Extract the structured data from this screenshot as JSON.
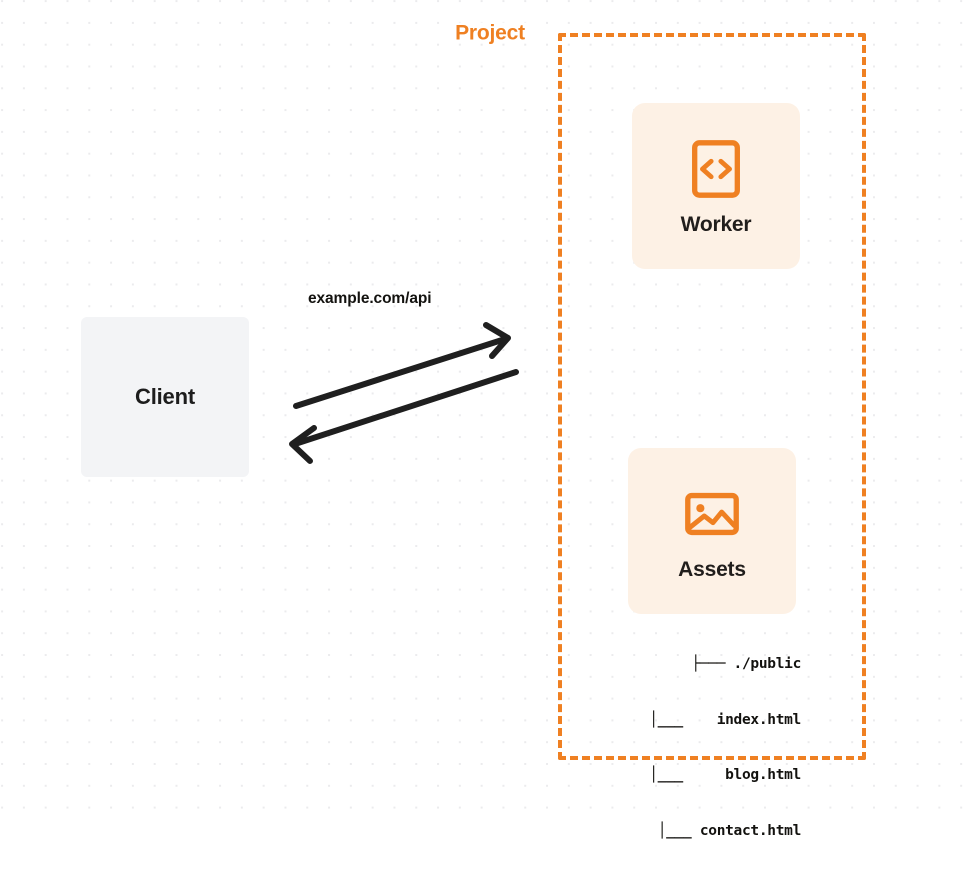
{
  "diagram": {
    "title": "Cloudflare Worker with static Assets architecture",
    "background": {
      "pattern": "dot-grid",
      "dot_color": "#ebebed",
      "page_color": "#ffffff"
    },
    "client": {
      "label": "Client",
      "fill": "#f3f4f6",
      "text_color": "#1d1d1d"
    },
    "connection": {
      "label": "example.com/api",
      "stroke": "#1f1f1f",
      "direction": "bidirectional",
      "request_arrow": "client-to-project",
      "response_arrow": "project-to-client"
    },
    "project": {
      "label": "Project",
      "border_color": "#ef8022",
      "border_style": "dashed",
      "nodes": [
        {
          "id": "worker",
          "label": "Worker",
          "icon": "code-brackets-icon",
          "fill": "#fdf1e5",
          "icon_color": "#ef8022"
        },
        {
          "id": "assets",
          "label": "Assets",
          "icon": "image-icon",
          "fill": "#fdf1e5",
          "icon_color": "#ef8022"
        }
      ],
      "file_tree": [
        "├─── ./public",
        "│___    index.html",
        "│___     blog.html",
        "│___ contact.html"
      ]
    }
  }
}
